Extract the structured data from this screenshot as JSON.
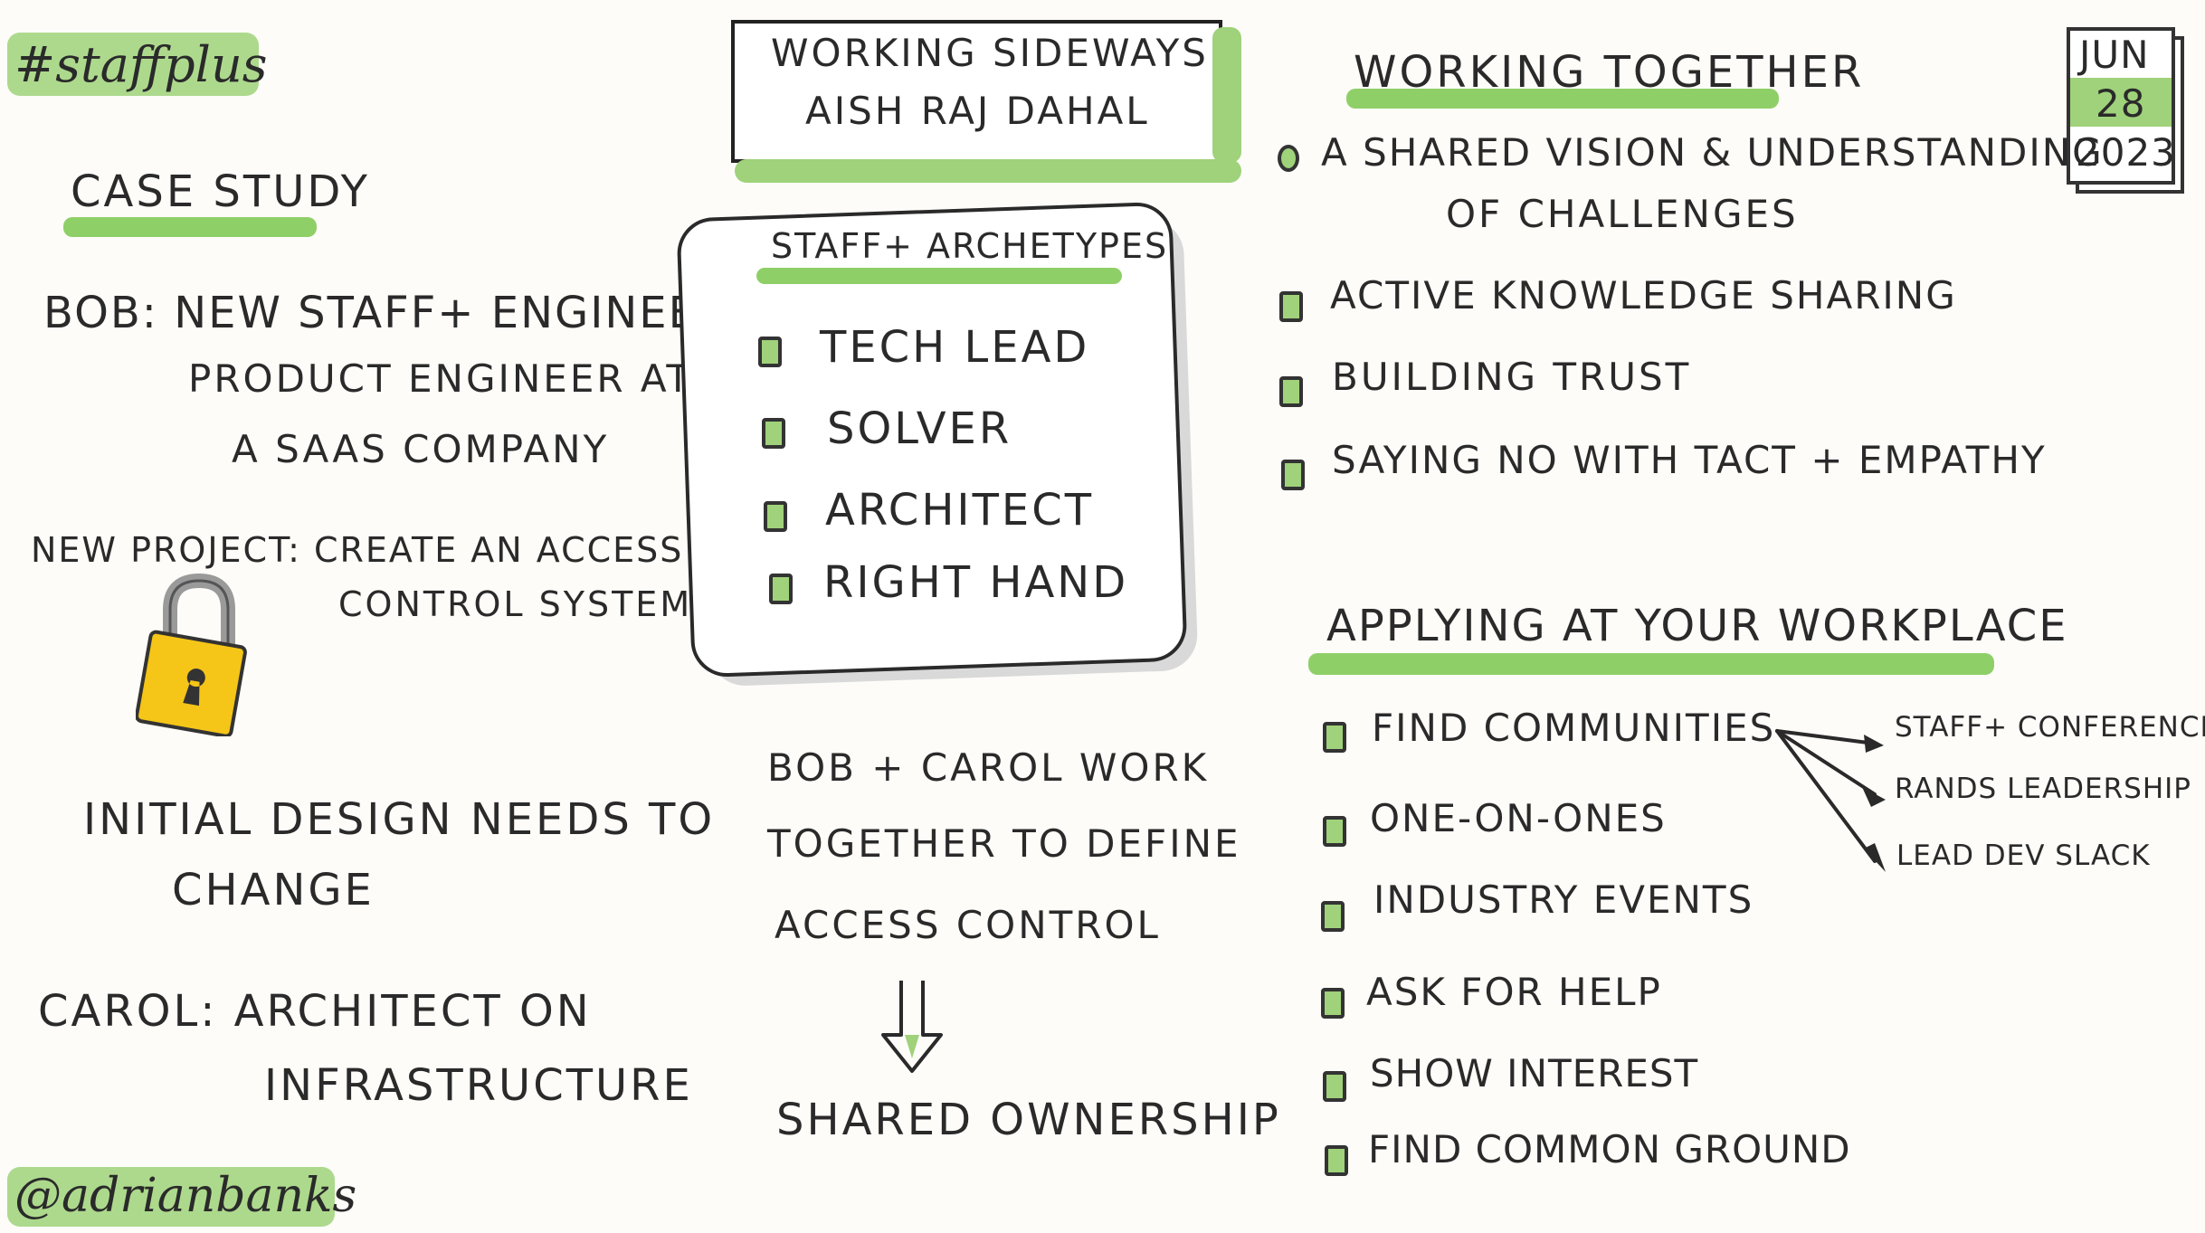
{
  "hashtag": "#staffplus",
  "handle": "@adrianbanks",
  "title_box": {
    "title": "Working Sideways",
    "speaker": "Aish Raj Dahal"
  },
  "date": {
    "month": "Jun",
    "day": "28",
    "year": "2023"
  },
  "case_study": {
    "heading": "Case Study",
    "bob_line1": "Bob: New Staff+ Engineer",
    "bob_line2": "Product Engineer at",
    "bob_line3": "a SaaS Company",
    "project_line1": "New Project: Create an Access",
    "project_line2": "Control System",
    "design_line1": "Initial Design Needs to",
    "design_line2": "Change",
    "carol_line1": "Carol: Architect on",
    "carol_line2": "Infrastructure"
  },
  "archetypes": {
    "heading": "Staff+ Archetypes",
    "items": [
      "Tech Lead",
      "Solver",
      "Architect",
      "Right Hand"
    ]
  },
  "collab": {
    "line1": "Bob + Carol Work",
    "line2": "Together to Define",
    "line3": "Access Control",
    "result": "Shared Ownership"
  },
  "working_together": {
    "heading": "Working Together",
    "items": [
      "A Shared Vision & Understanding",
      "of Challenges",
      "Active Knowledge Sharing",
      "Building Trust",
      "Saying No with Tact + Empathy"
    ]
  },
  "applying": {
    "heading": "Applying at Your Workplace",
    "items": [
      "Find Communities",
      "One-on-Ones",
      "Industry Events",
      "Ask for Help",
      "Show Interest",
      "Find Common Ground"
    ],
    "communities": [
      "Staff+ Conference",
      "Rands Leadership",
      "Lead Dev Slack"
    ]
  },
  "colors": {
    "highlight": "#9fd27a",
    "ink": "#2a2a2a",
    "lock": "#f5c518"
  }
}
